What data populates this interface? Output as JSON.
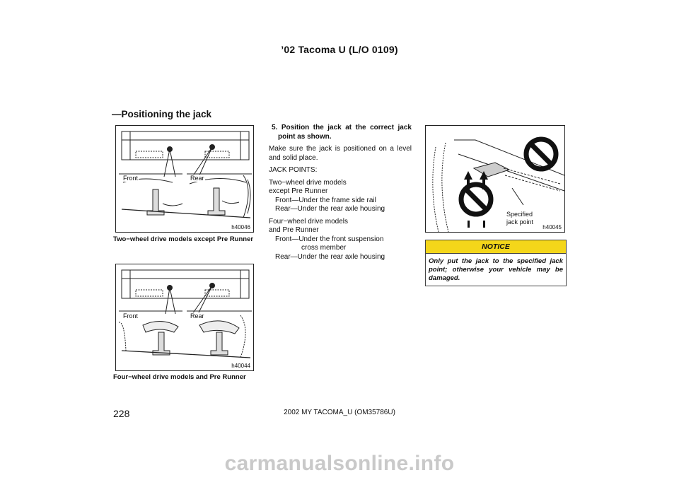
{
  "header": {
    "title": "’02 Tacoma U (L/O 0109)"
  },
  "section": {
    "title": "—Positioning the jack"
  },
  "figures": {
    "fig1": {
      "code": "h40046",
      "label_front": "Front",
      "label_rear": "Rear",
      "caption": "Two−wheel drive models except Pre Runner"
    },
    "fig2": {
      "code": "h40044",
      "label_front": "Front",
      "label_rear": "Rear",
      "caption": "Four−wheel drive models and Pre Runner"
    },
    "fig3": {
      "code": "h40045",
      "label_specified": [
        "Specified",
        "jack point"
      ]
    }
  },
  "body": {
    "step": "5. Position the jack at the correct jack point as shown.",
    "para": "Make sure the jack is positioned on a level and solid place.",
    "jack_points_heading": "JACK POINTS:",
    "group1": {
      "title_line1": "Two−wheel drive models",
      "title_line2": "except Pre Runner",
      "front": "Front—Under the frame side rail",
      "rear": "Rear—Under the rear axle housing"
    },
    "group2": {
      "title_line1": "Four−wheel drive models",
      "title_line2": "and Pre Runner",
      "front_line1": "Front—Under the front suspension",
      "front_line2": "cross member",
      "rear": "Rear—Under the rear axle housing"
    }
  },
  "notice": {
    "heading": "NOTICE",
    "text": "Only put the jack to the specified jack point; otherwise your vehicle may be damaged.",
    "color": "#f4d61a"
  },
  "footer": {
    "page_number": "228",
    "model": "2002 MY TACOMA_U (OM35786U)"
  },
  "watermark": {
    "text": "carmanualsonline.info"
  }
}
